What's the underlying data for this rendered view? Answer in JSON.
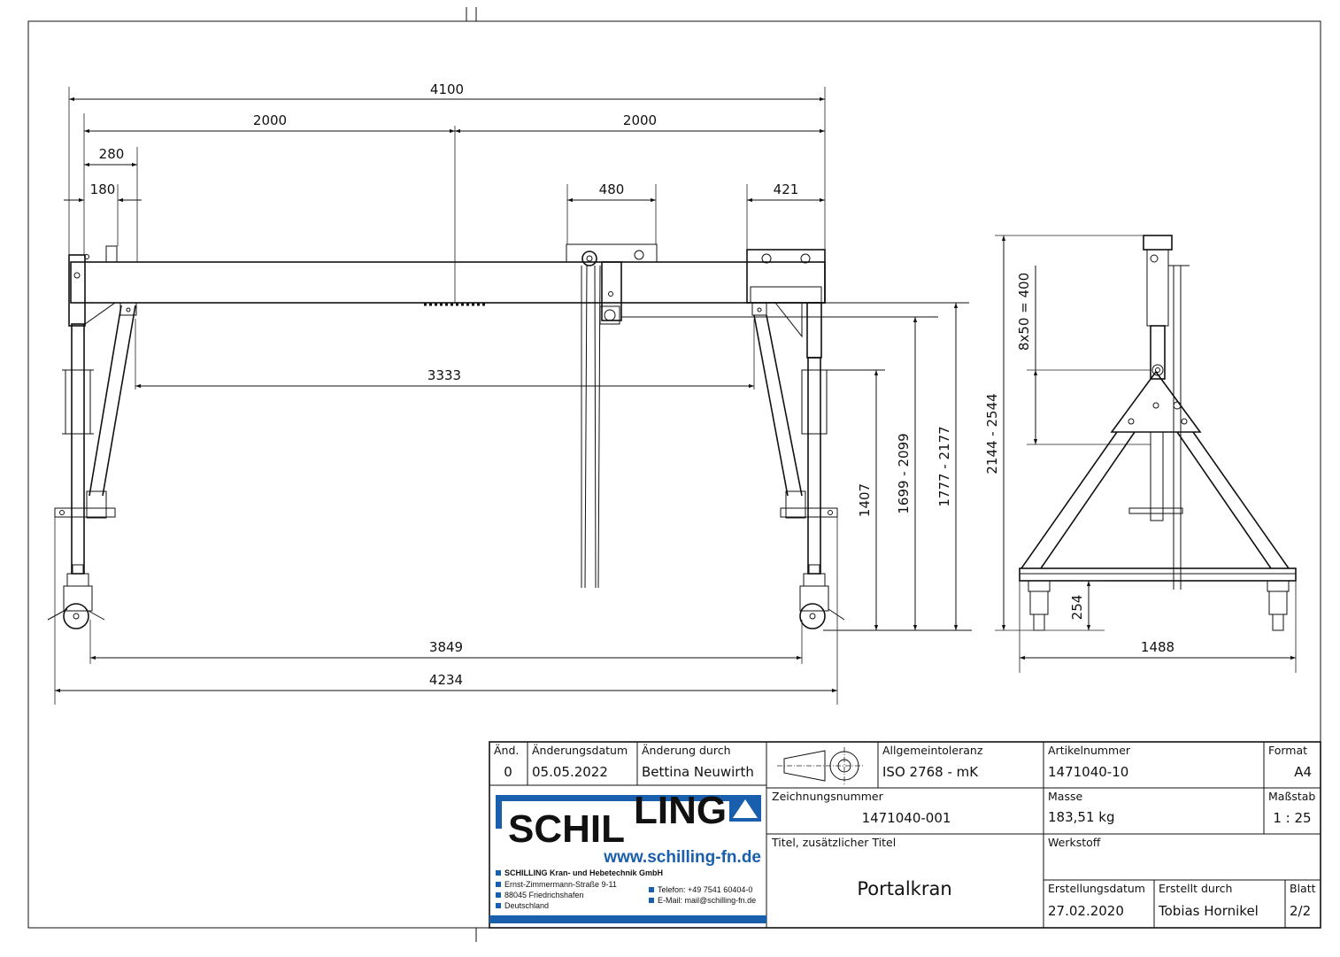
{
  "dimensions": {
    "overall_width": "4100",
    "half_left": "2000",
    "half_right": "2000",
    "left_280": "280",
    "left_180": "180",
    "trolley": "480",
    "right_421": "421",
    "inner_span": "3333",
    "wheel_span": "3849",
    "total_length": "4234",
    "height_1407": "1407",
    "height_range_1": "1699 - 2099",
    "height_range_2": "1777 - 2177",
    "side_height": "2144 - 2544",
    "side_holes": "8x50 = 400",
    "side_254": "254",
    "side_width": "1488"
  },
  "title_block": {
    "rev_header": "Änd.",
    "rev_value": "0",
    "change_date_header": "Änderungsdatum",
    "change_date_value": "05.05.2022",
    "change_by_header": "Änderung durch",
    "change_by_value": "Bettina Neuwirth",
    "tolerance_header": "Allgemeintoleranz",
    "tolerance_value": "ISO 2768 - mK",
    "article_header": "Artikelnummer",
    "article_value": "1471040-10",
    "format_header": "Format",
    "format_value": "A4",
    "drawing_no_header": "Zeichnungsnummer",
    "drawing_no_value": "1471040-001",
    "mass_header": "Masse",
    "mass_value": "183,51 kg",
    "scale_header": "Maßstab",
    "scale_value": "1 : 25",
    "title_header": "Titel, zusätzlicher Titel",
    "title_value": "Portalkran",
    "material_header": "Werkstoff",
    "created_date_header": "Erstellungsdatum",
    "created_date_value": "27.02.2020",
    "created_by_header": "Erstellt durch",
    "created_by_value": "Tobias Hornikel",
    "sheet_header": "Blatt",
    "sheet_value": "2/2"
  },
  "logo": {
    "brand_left": "SCHIL",
    "brand_right": "LING",
    "url": "www.schilling-fn.de",
    "company": "SCHILLING Kran- und Hebetechnik GmbH",
    "street": "Ernst-Zimmermann-Straße 9-11",
    "city": "88045 Friedrichshafen",
    "country": "Deutschland",
    "phone": "Telefon: +49 7541 60404-0",
    "email": "E-Mail: mail@schilling-fn.de"
  },
  "colors": {
    "brand_blue": "#1a5fad",
    "line": "#111111"
  }
}
